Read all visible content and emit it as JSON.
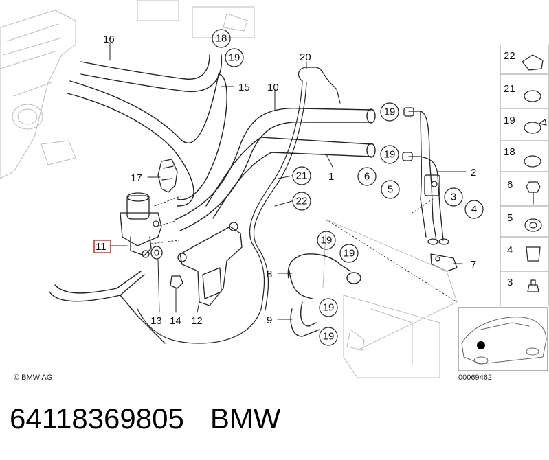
{
  "copyright": "© BMW AG",
  "diagram_code": "00069462",
  "part_number": "64118369805",
  "brand": "BMW",
  "highlight_color": "#e03030",
  "callouts": {
    "c1": "1",
    "c2": "2",
    "c3": "3",
    "c4": "4",
    "c5": "5",
    "c6": "6",
    "c7": "7",
    "c8": "8",
    "c9": "9",
    "c10": "10",
    "c11": "11",
    "c12": "12",
    "c13": "13",
    "c14": "14",
    "c15": "15",
    "c16": "16",
    "c17": "17",
    "c18": "18",
    "c19": "19",
    "c20": "20",
    "c21": "21",
    "c22": "22"
  }
}
